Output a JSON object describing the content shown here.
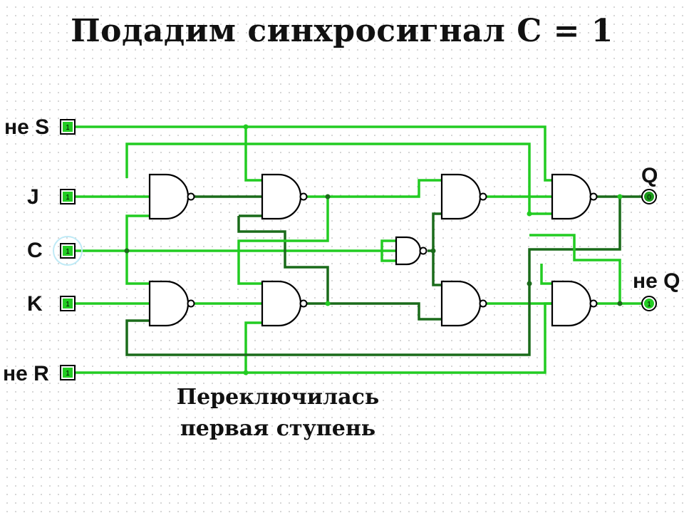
{
  "title": "Подадим синхросигнал С = 1",
  "caption": {
    "line1": "Переключилась",
    "line2": "первая ступень"
  },
  "inputs": [
    {
      "label": "не S",
      "value": "1"
    },
    {
      "label": "J",
      "value": "1"
    },
    {
      "label": "C",
      "value": "1"
    },
    {
      "label": "K",
      "value": "1"
    },
    {
      "label": "не R",
      "value": "1"
    }
  ],
  "outputs": [
    {
      "label": "Q",
      "value": "0"
    },
    {
      "label": "не Q",
      "value": "1"
    }
  ],
  "colors": {
    "wire_high": "#22cc22",
    "wire_low": "#1a6b1a",
    "gate": "#000000",
    "pin_fill": "#22cc22"
  }
}
